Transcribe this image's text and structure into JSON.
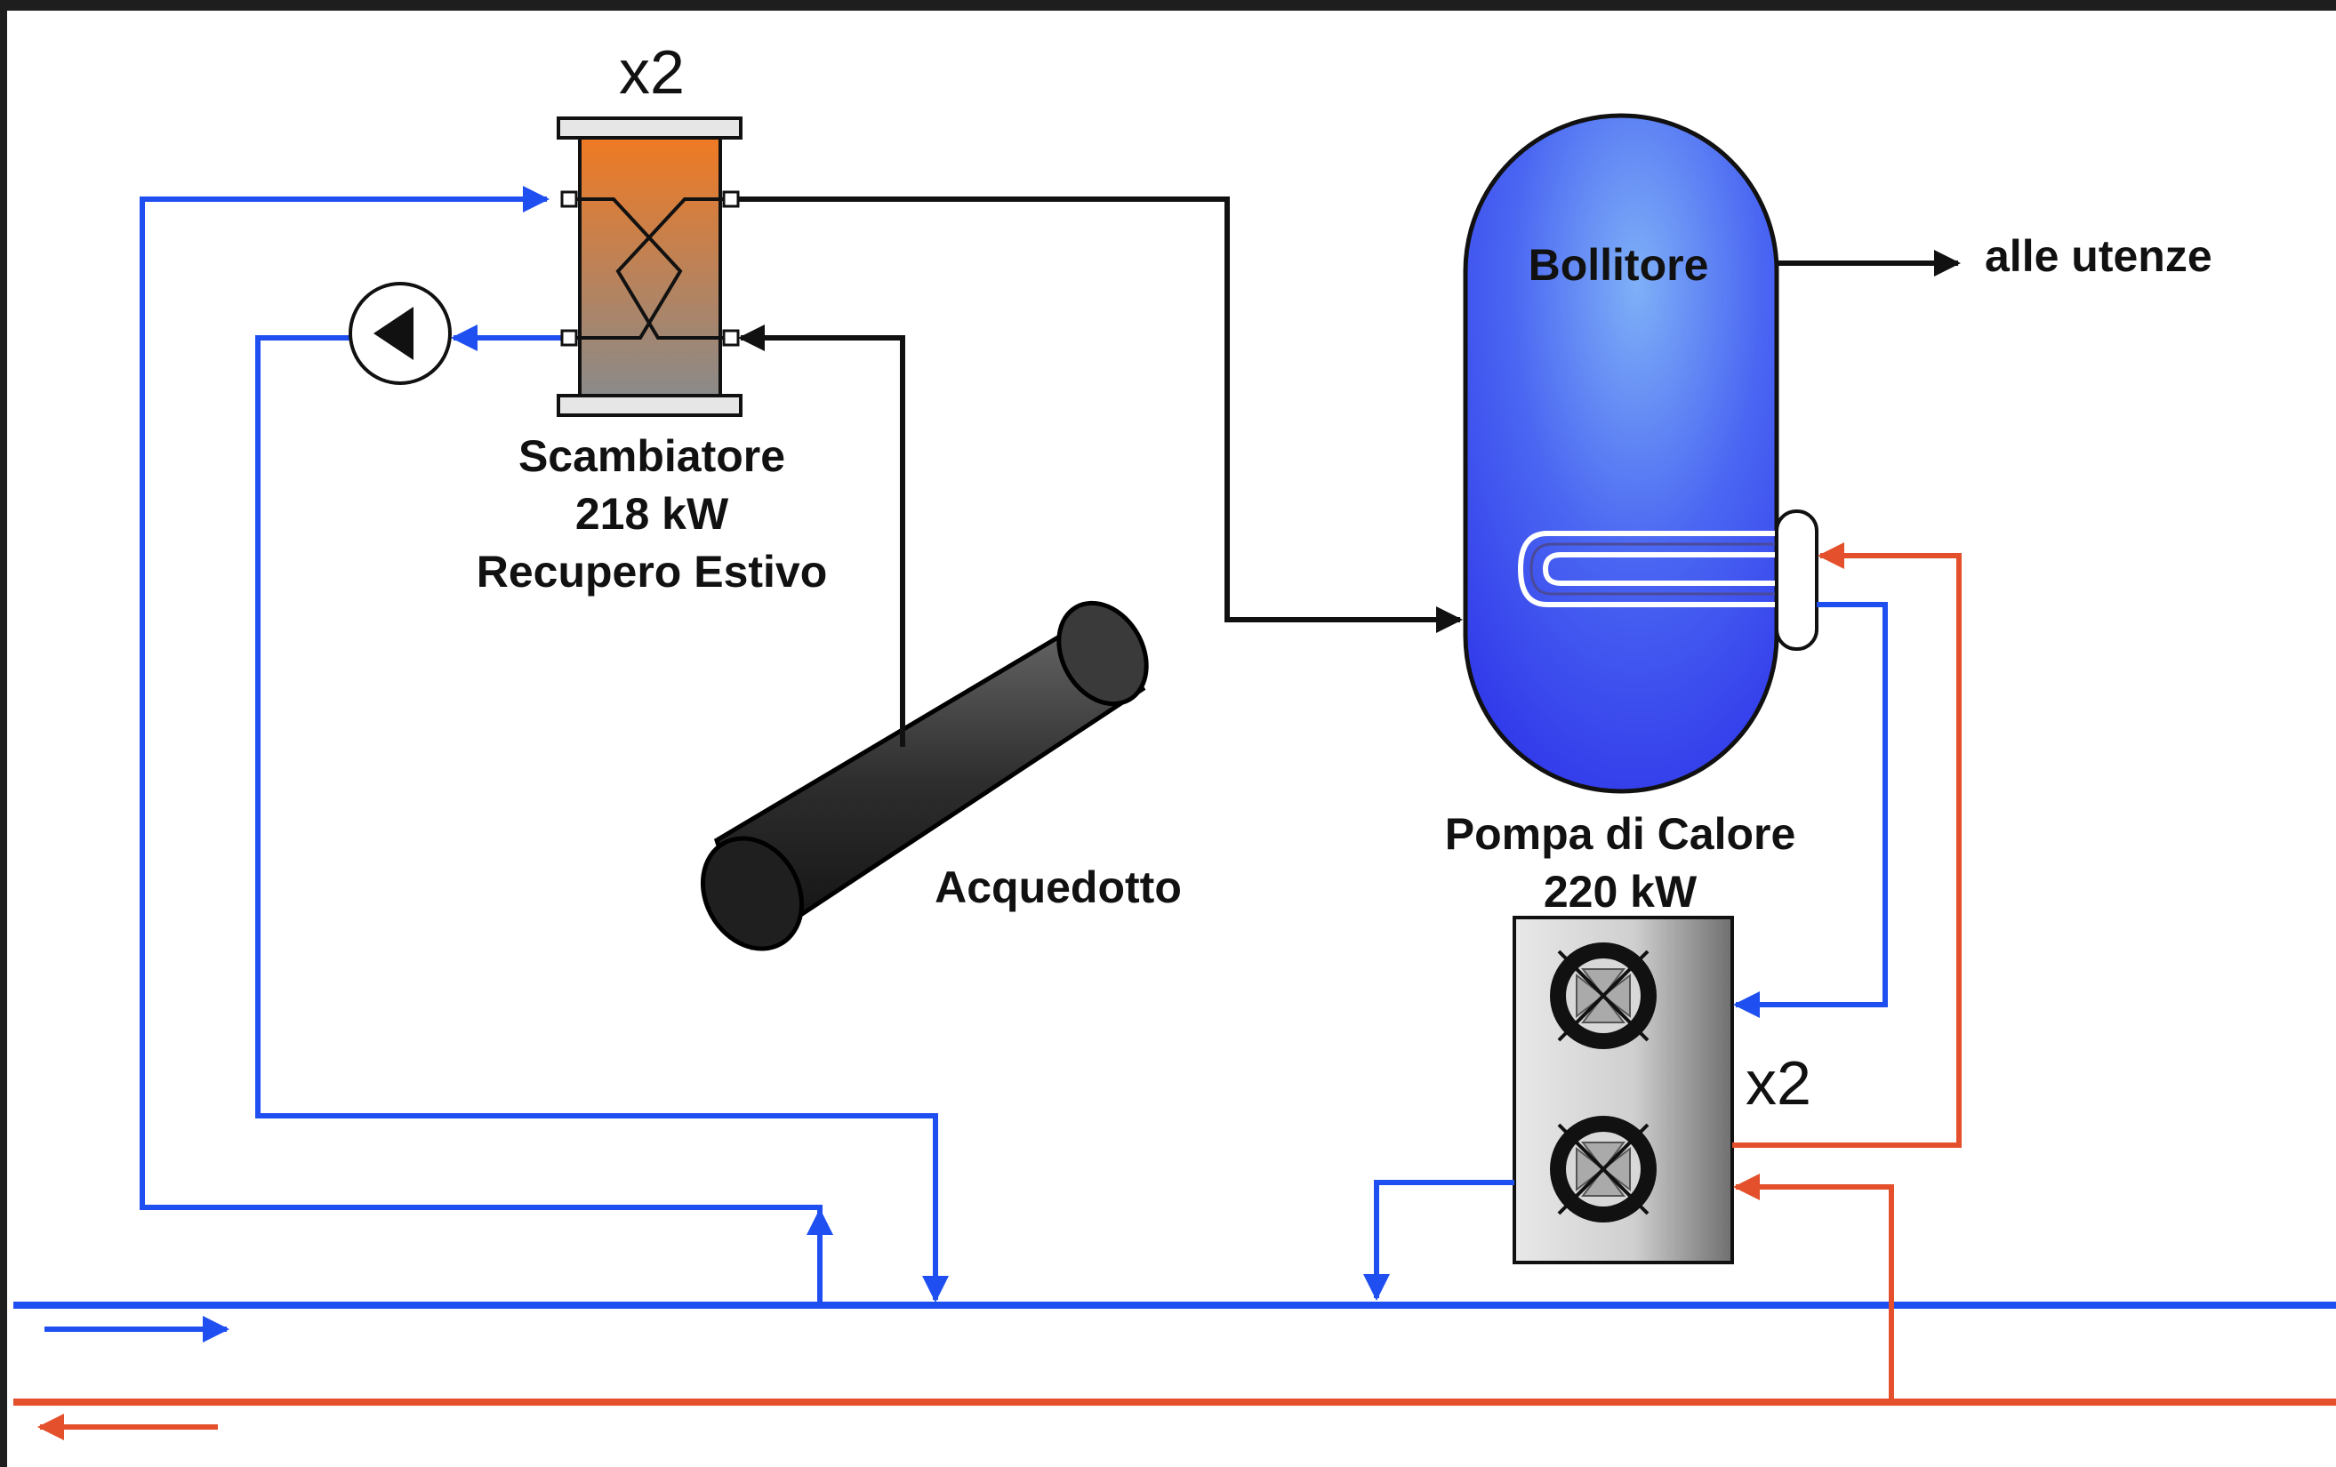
{
  "colors": {
    "cold": "#1f4ff0",
    "hot": "#e3502b",
    "neutral": "#111111",
    "tank": "#3f4ff2",
    "exchanger": "#e07a2e",
    "pipe": "#2a2a2a",
    "unit": "#c8c8c8"
  },
  "exchanger": {
    "multiplier": "x2",
    "name": "Scambiatore",
    "power": "218 kW",
    "role": "Recupero Estivo"
  },
  "tank": {
    "name": "Bollitore",
    "outlet_label": "alle utenze"
  },
  "aqueduct": {
    "name": "Acquedotto"
  },
  "heat_pump": {
    "name": "Pompa di Calore",
    "power": "220 kW",
    "multiplier": "x2"
  },
  "icons": [
    "circulation-pump-icon",
    "fan-icon",
    "flow-arrow-icon"
  ]
}
